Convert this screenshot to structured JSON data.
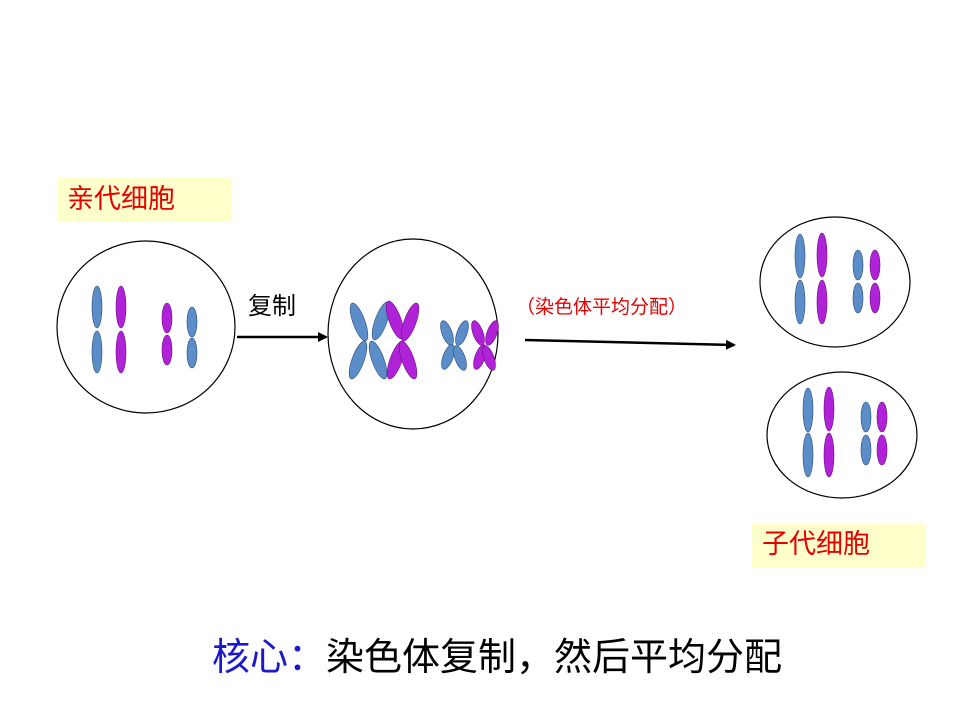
{
  "labels": {
    "parent": "亲代细胞",
    "daughter": "子代细胞",
    "replicate": "复制",
    "distribute": "（染色体平均分配）"
  },
  "core": {
    "prefix": "核心：",
    "text": "染色体复制，然后平均分配"
  },
  "colors": {
    "blue_chromosome": "#5b8ec9",
    "purple_chromosome": "#b022d8",
    "label_red": "#e60000",
    "label_bg": "#ffffcc",
    "core_blue": "#1a1acc"
  }
}
